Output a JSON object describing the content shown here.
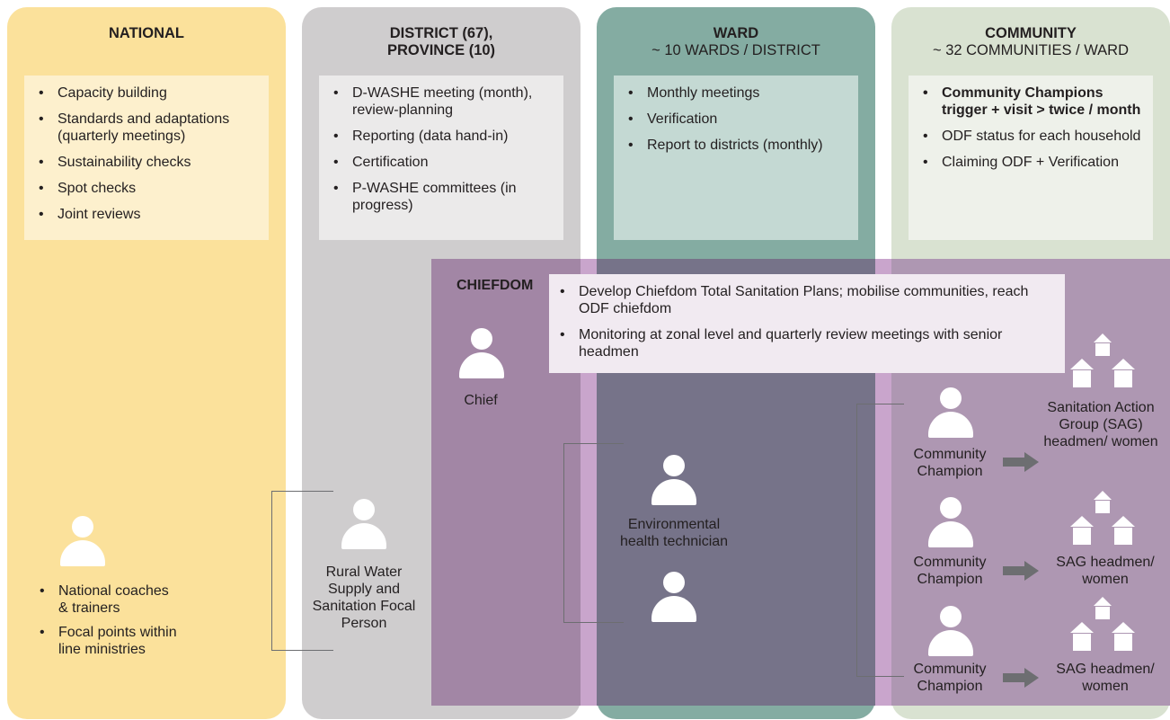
{
  "columns": {
    "national": {
      "title": "NATIONAL",
      "subtitle": "",
      "items": [
        "Capacity building",
        "Standards and adaptations (quarterly meetings)",
        "Sustainability checks",
        "Spot checks",
        "Joint reviews"
      ]
    },
    "district": {
      "title_line1": "DISTRICT (67),",
      "title_line2": "PROVINCE (10)",
      "items": [
        "D-WASHE meeting (month), review-planning",
        "Reporting (data hand-in)",
        "Certification",
        "P-WASHE committees (in progress)"
      ]
    },
    "ward": {
      "title": "WARD",
      "subtitle": "~ 10 WARDS / DISTRICT",
      "items": [
        "Monthly meetings",
        "Verification",
        "Report to districts (monthly)"
      ]
    },
    "community": {
      "title": "COMMUNITY",
      "subtitle": "~ 32 COMMUNITIES / WARD",
      "items": [
        "Community Champions trigger + visit > twice / month",
        "ODF status for each household",
        "Claiming ODF + Verification"
      ]
    }
  },
  "national_bottom": [
    "National coaches & trainers",
    "Focal points within line ministries"
  ],
  "chiefdom": {
    "title": "CHIEFDOM",
    "items": [
      "Develop Chiefdom Total Sanitation Plans; mobilise communities, reach ODF chiefdom",
      "Monitoring at zonal level and quarterly review meetings with senior headmen"
    ]
  },
  "people": {
    "chief": "Chief",
    "focal_person": "Rural Water Supply and Sanitation Focal Person",
    "eht": "Environmental health technician",
    "champion": "Community Champion"
  },
  "sag": [
    "Sanitation Action Group (SAG) headmen/ women",
    "SAG headmen/ women",
    "SAG headmen/ women"
  ],
  "colors": {
    "national": "#fbe19b",
    "district": "#cfcdce",
    "ward": "#84aca2",
    "community": "#d9e2d1",
    "chiefdom": "#a286a5"
  }
}
